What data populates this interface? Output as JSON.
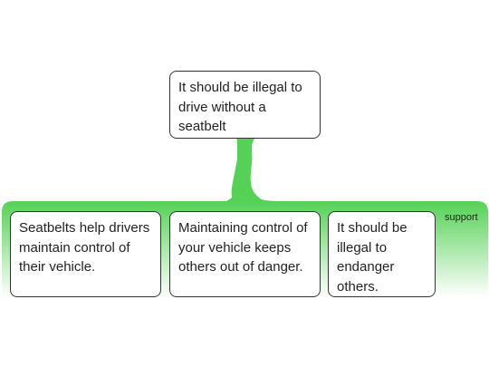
{
  "claim": {
    "text": "It should be illegal to drive without a seatbelt"
  },
  "group": {
    "label": "support",
    "color": "#55d155",
    "reasons": [
      {
        "text": "Seatbelts help drivers maintain control of their vehicle."
      },
      {
        "text": "Maintaining control of your vehicle keeps others out of danger."
      },
      {
        "text": "It should be illegal to endanger others."
      }
    ]
  }
}
